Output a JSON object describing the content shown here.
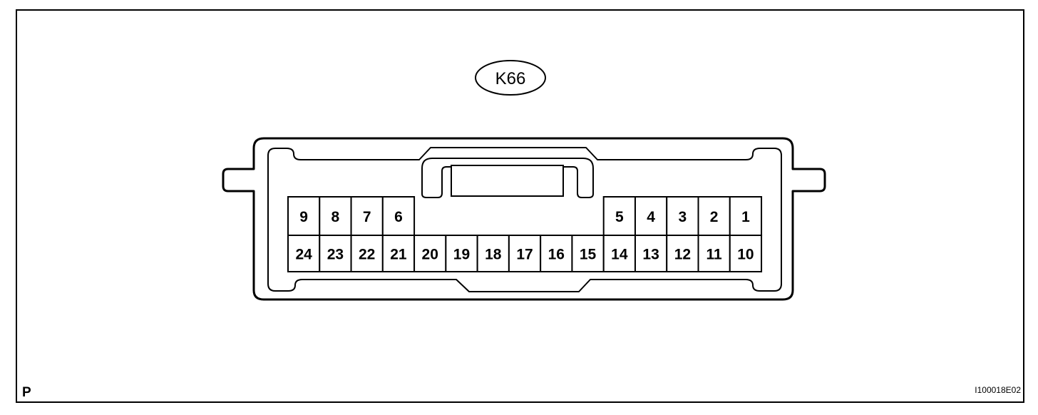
{
  "connector": {
    "label": "K66",
    "top_row": {
      "left": [
        "9",
        "8",
        "7",
        "6"
      ],
      "right": [
        "5",
        "4",
        "3",
        "2",
        "1"
      ]
    },
    "bottom_row": [
      "24",
      "23",
      "22",
      "21",
      "20",
      "19",
      "18",
      "17",
      "16",
      "15",
      "14",
      "13",
      "12",
      "11",
      "10"
    ]
  },
  "corner_letter": "P",
  "figure_code": "I100018E02"
}
